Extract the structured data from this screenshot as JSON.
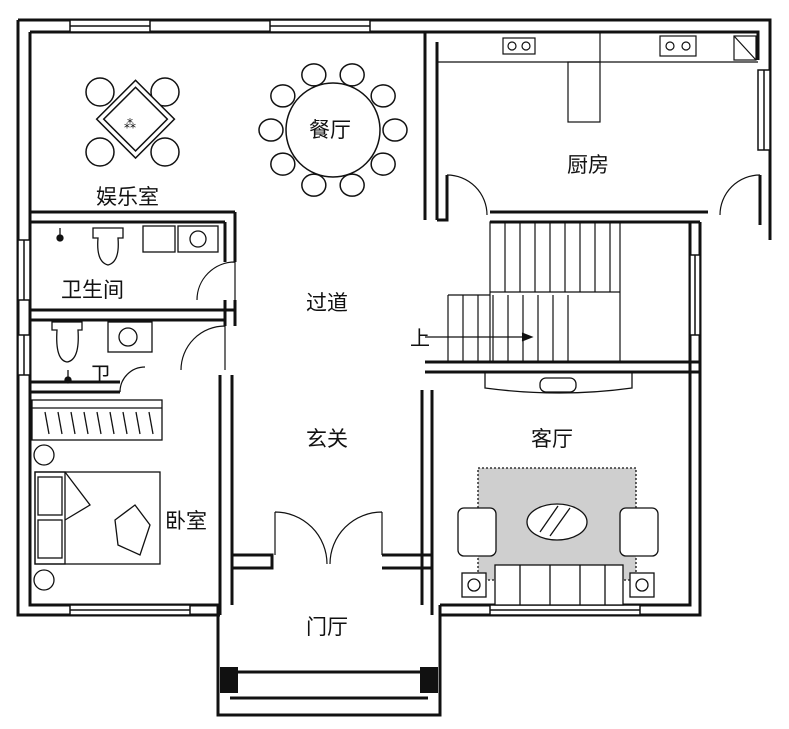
{
  "floor_plan": {
    "rooms": {
      "entertainment": "娱乐室",
      "dining": "餐厅",
      "kitchen": "厨房",
      "bathroom_main": "卫生间",
      "corridor": "过道",
      "bathroom_small": "卫",
      "foyer": "玄关",
      "living": "客厅",
      "bedroom": "卧室",
      "entry_hall": "门厅"
    },
    "stair_up_label": "上"
  }
}
